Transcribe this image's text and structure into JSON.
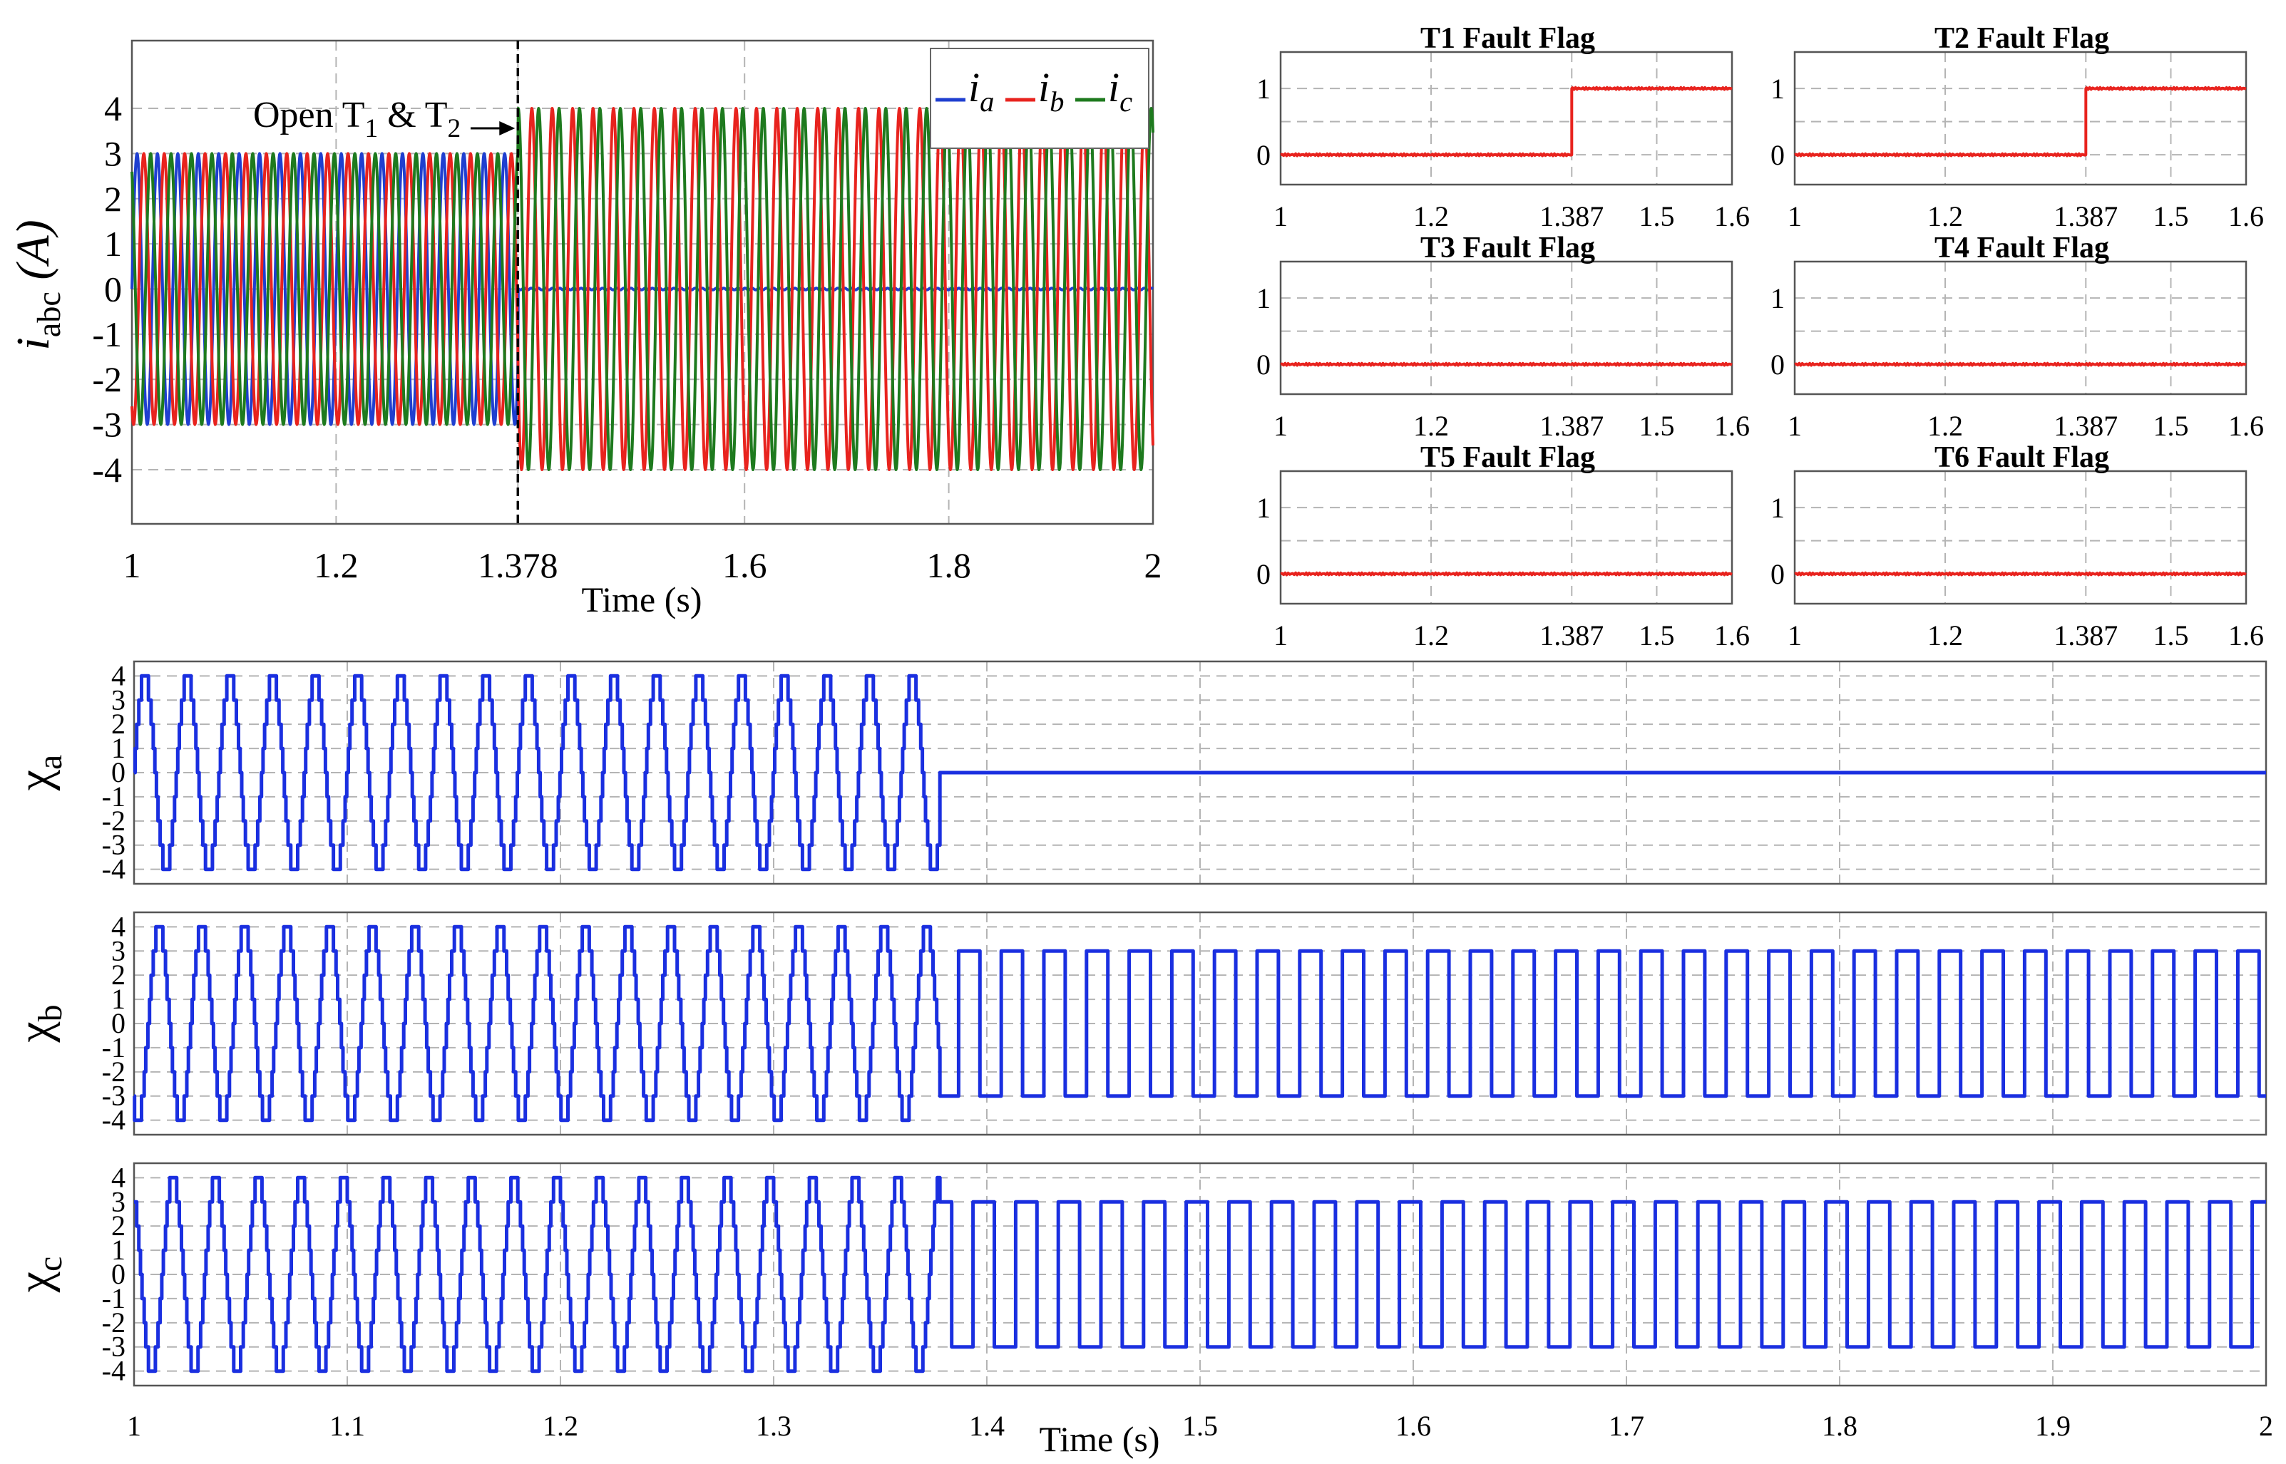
{
  "colors": {
    "ia": "#1f3fd0",
    "ib": "#e8231e",
    "ic": "#1e7a1e",
    "flag": "#e8231e",
    "chi": "#1a2fe0"
  },
  "chart_data": [
    {
      "id": "iabc",
      "type": "line",
      "ylabel_main": "i",
      "ylabel_sub": "abc",
      "ylabel_unit": " (A)",
      "xlabel": "Time (s)",
      "xticks": [
        "1",
        "1.2",
        "1.378",
        "1.6",
        "1.8",
        "2"
      ],
      "xtick_values": [
        1,
        1.2,
        1.378,
        1.6,
        1.8,
        2
      ],
      "yticks": [
        "4",
        "3",
        "2",
        "1",
        "0",
        "-1",
        "-2",
        "-3",
        "-4"
      ],
      "ytick_values": [
        4,
        3,
        2,
        1,
        0,
        -1,
        -2,
        -3,
        -4
      ],
      "xlim": [
        1,
        2
      ],
      "ylim": [
        -5.2,
        5.5
      ],
      "grid": true,
      "legend_position": "top-right",
      "legend": [
        {
          "main": "i",
          "sub": "a",
          "color": "#1f3fd0"
        },
        {
          "main": "i",
          "sub": "b",
          "color": "#e8231e"
        },
        {
          "main": "i",
          "sub": "c",
          "color": "#1e7a1e"
        }
      ],
      "annotation": {
        "text_pre": "Open T",
        "sub1": "1",
        "mid": " & T",
        "sub2": "2",
        "x": 1.378
      },
      "series": [
        {
          "name": "ia",
          "frequency_hz": 50,
          "amplitude_before": 3,
          "amplitude_after": 0,
          "phase_deg": 0,
          "fault_time": 1.378
        },
        {
          "name": "ib",
          "frequency_hz": 50,
          "amplitude_before": 3,
          "amplitude_after": 4,
          "phase_deg": -120,
          "fault_time": 1.378
        },
        {
          "name": "ic",
          "frequency_hz": 50,
          "amplitude_before": 3,
          "amplitude_after": 4,
          "phase_deg": 120,
          "fault_time": 1.378
        }
      ]
    },
    {
      "id": "flags",
      "type": "line",
      "panels": [
        {
          "title": "T1 Fault Flag",
          "step_at": 1.387,
          "before": 0,
          "after": 1
        },
        {
          "title": "T2 Fault Flag",
          "step_at": 1.387,
          "before": 0,
          "after": 1
        },
        {
          "title": "T3 Fault Flag",
          "step_at": null,
          "before": 0,
          "after": 0
        },
        {
          "title": "T4 Fault Flag",
          "step_at": null,
          "before": 0,
          "after": 0
        },
        {
          "title": "T5 Fault Flag",
          "step_at": null,
          "before": 0,
          "after": 0
        },
        {
          "title": "T6 Fault Flag",
          "step_at": null,
          "before": 0,
          "after": 0
        }
      ],
      "xticks": [
        "1",
        "1.2",
        "1.387",
        "1.5",
        "1.6"
      ],
      "xtick_values": [
        1,
        1.2,
        1.387,
        1.5,
        1.6
      ],
      "yticks": [
        "1",
        "0"
      ],
      "ytick_values": [
        1,
        0
      ],
      "xlim": [
        1,
        1.6
      ],
      "ylim": [
        -0.45,
        1.55
      ],
      "grid": true
    },
    {
      "id": "chi",
      "type": "line",
      "xlabel": "Time (s)",
      "xticks": [
        "1",
        "1.1",
        "1.2",
        "1.3",
        "1.4",
        "1.5",
        "1.6",
        "1.7",
        "1.8",
        "1.9",
        "2"
      ],
      "xtick_values": [
        1,
        1.1,
        1.2,
        1.3,
        1.4,
        1.5,
        1.6,
        1.7,
        1.8,
        1.9,
        2
      ],
      "yticks": [
        "4",
        "3",
        "2",
        "1",
        "0",
        "-1",
        "-2",
        "-3",
        "-4"
      ],
      "ytick_values": [
        4,
        3,
        2,
        1,
        0,
        -1,
        -2,
        -3,
        -4
      ],
      "xlim": [
        1,
        2
      ],
      "ylim": [
        -4.6,
        4.6
      ],
      "grid": true,
      "fault_time": 1.378,
      "panels": [
        {
          "label_main": "χ",
          "label_sub": "a",
          "phase_deg": 0,
          "after": "zero"
        },
        {
          "label_main": "χ",
          "label_sub": "b",
          "phase_deg": -120,
          "after": "square"
        },
        {
          "label_main": "χ",
          "label_sub": "c",
          "phase_deg": 120,
          "after": "square_inv"
        }
      ]
    }
  ]
}
